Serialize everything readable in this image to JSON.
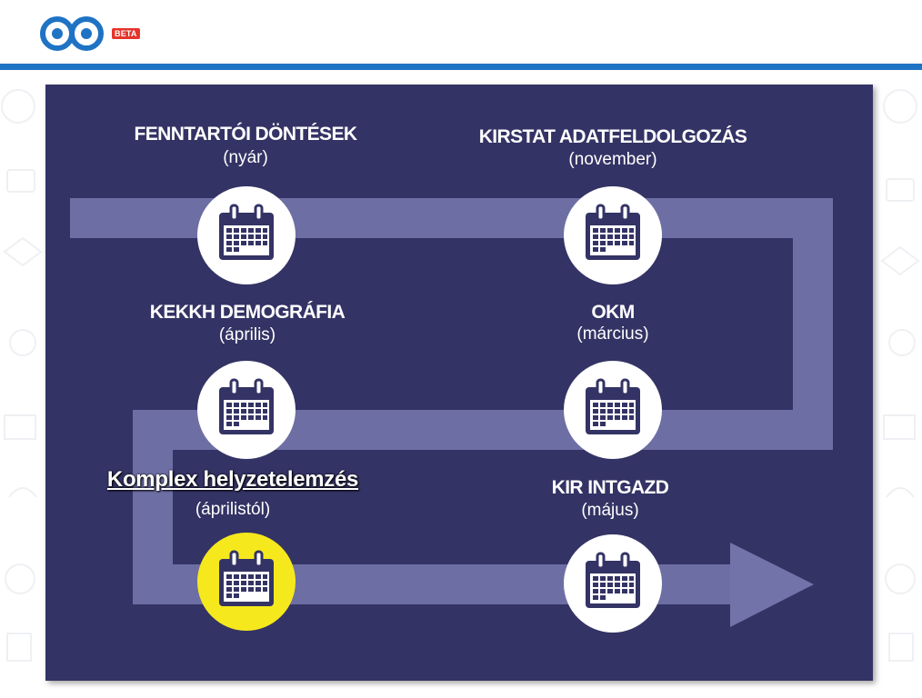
{
  "header": {
    "badge": "BETA",
    "logo_icon": "infinity-eyes-logo-icon",
    "accent": "#1f73c4"
  },
  "diagram": {
    "background": "#343365",
    "arrow_color": "#7d7fb5",
    "steps": [
      {
        "title": "FENNTARTÓI DÖNTÉSEK",
        "period": "(nyár)",
        "icon": "calendar-icon"
      },
      {
        "title": "KIRSTAT ADATFELDOLGOZÁS",
        "period": "(november)",
        "icon": "calendar-icon"
      },
      {
        "title": "OKM",
        "period": "(március)",
        "icon": "calendar-icon"
      },
      {
        "title": "KEKKH DEMOGRÁFIA",
        "period": "(április)",
        "icon": "calendar-icon"
      },
      {
        "title": "Komplex helyzetelemzés",
        "period": "(áprilistól)",
        "icon": "calendar-icon",
        "highlight_color": "#f5e81d"
      },
      {
        "title": "KIR INTGAZD",
        "period": "(május)",
        "icon": "calendar-icon"
      }
    ]
  }
}
